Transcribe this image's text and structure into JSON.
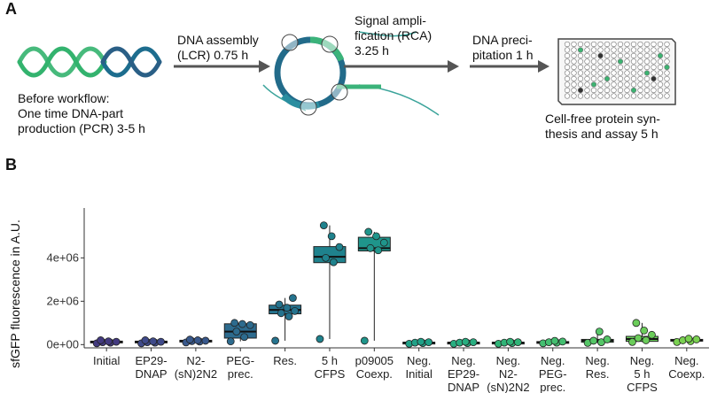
{
  "panel_a": {
    "letter": "A",
    "before_workflow": [
      "Before workflow:",
      "One time DNA-part",
      "production (PCR) 3-5 h"
    ],
    "step_assembly": [
      "DNA assembly",
      "(LCR) 0.75 h"
    ],
    "step_signal": [
      "Signal ampli-",
      "fication (RCA)",
      "3.25 h"
    ],
    "step_precip": [
      "DNA preci-",
      "pitation 1 h"
    ],
    "step_cfps": [
      "Cell-free protein syn-",
      "thesis and assay 5 h"
    ]
  },
  "panel_b": {
    "letter": "B",
    "chart_data": {
      "type": "box",
      "ylabel": "sfGFP fluorescence in A.U.",
      "xlabel": "",
      "ylim": [
        -150000,
        6300000
      ],
      "yticks": [
        0,
        2000000,
        4000000
      ],
      "ytick_labels": [
        "0e+00",
        "2e+06",
        "4e+06"
      ],
      "grid": false,
      "categories": [
        {
          "label": [
            "Initial"
          ],
          "color": "#433a80",
          "box": [
            60000,
            100000,
            130000,
            160000,
            200000
          ],
          "points": [
            60000,
            90000,
            110000,
            130000,
            150000,
            200000
          ]
        },
        {
          "label": [
            "EP29-",
            "DNAP"
          ],
          "color": "#3f4a8a",
          "box": [
            60000,
            100000,
            130000,
            160000,
            200000
          ],
          "points": [
            60000,
            90000,
            110000,
            130000,
            150000,
            200000
          ]
        },
        {
          "label": [
            "N2-",
            "(sN)2N2"
          ],
          "color": "#38588c",
          "box": [
            100000,
            140000,
            170000,
            200000,
            230000
          ],
          "points": [
            100000,
            140000,
            160000,
            180000,
            200000,
            230000
          ]
        },
        {
          "label": [
            "PEG-",
            "prec."
          ],
          "color": "#2d6b8e",
          "box": [
            150000,
            300000,
            600000,
            960000,
            1000000
          ],
          "points": [
            150000,
            350000,
            600000,
            900000,
            950000,
            1000000
          ]
        },
        {
          "label": [
            "Res."
          ],
          "color": "#25738e",
          "box": [
            180000,
            1420000,
            1600000,
            1820000,
            2150000
          ],
          "points": [
            180000,
            1300000,
            1450000,
            1550000,
            1700000,
            1850000,
            2150000
          ]
        },
        {
          "label": [
            "5 h",
            "CFPS"
          ],
          "color": "#1f828d",
          "box": [
            260000,
            3780000,
            4050000,
            4520000,
            5500000
          ],
          "points": [
            260000,
            3800000,
            4000000,
            4500000,
            5000000,
            5500000
          ]
        },
        {
          "label": [
            "p09005",
            "Coexp."
          ],
          "color": "#1f958b",
          "box": [
            180000,
            4320000,
            4450000,
            4950000,
            5200000
          ],
          "points": [
            180000,
            4350000,
            4450000,
            4700000,
            5000000,
            5200000
          ]
        },
        {
          "label": [
            "Neg.",
            "Initial"
          ],
          "color": "#1fa187",
          "box": [
            40000,
            70000,
            90000,
            110000,
            130000
          ],
          "points": [
            40000,
            70000,
            90000,
            110000,
            130000
          ]
        },
        {
          "label": [
            "Neg.",
            "EP29-",
            "DNAP"
          ],
          "color": "#28ae80",
          "box": [
            40000,
            70000,
            90000,
            110000,
            130000
          ],
          "points": [
            40000,
            70000,
            90000,
            110000,
            130000
          ]
        },
        {
          "label": [
            "Neg.",
            "N2-",
            "(sN)2N2"
          ],
          "color": "#30b477",
          "box": [
            40000,
            70000,
            90000,
            110000,
            130000
          ],
          "points": [
            40000,
            70000,
            90000,
            110000,
            130000
          ]
        },
        {
          "label": [
            "Neg.",
            "PEG-",
            "prec."
          ],
          "color": "#44bf70",
          "box": [
            60000,
            90000,
            110000,
            140000,
            170000
          ],
          "points": [
            60000,
            90000,
            110000,
            140000,
            170000
          ]
        },
        {
          "label": [
            "Neg.",
            "Res."
          ],
          "color": "#55c667",
          "box": [
            80000,
            110000,
            180000,
            240000,
            600000
          ],
          "points": [
            80000,
            110000,
            180000,
            240000,
            600000
          ]
        },
        {
          "label": [
            "Neg.",
            "5 h",
            "CFPS"
          ],
          "color": "#6bcd5a",
          "box": [
            120000,
            150000,
            260000,
            380000,
            1000000
          ],
          "points": [
            120000,
            200000,
            300000,
            450000,
            650000,
            1000000
          ]
        },
        {
          "label": [
            "Neg.",
            "Coexp."
          ],
          "color": "#7ad151",
          "box": [
            120000,
            160000,
            200000,
            240000,
            270000
          ],
          "points": [
            120000,
            160000,
            200000,
            240000,
            270000
          ]
        }
      ]
    }
  }
}
